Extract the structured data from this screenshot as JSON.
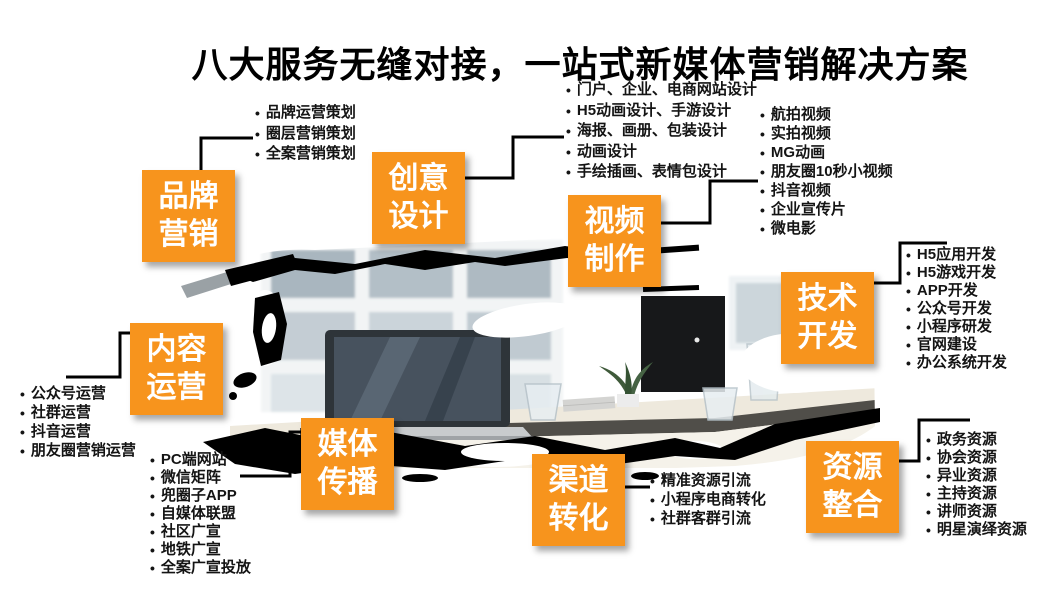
{
  "title": "八大服务无缝对接，一站式新媒体营销解决方案",
  "colors": {
    "accent": "#F7941D",
    "line": "#000000",
    "item_text": "#141414"
  },
  "services": [
    {
      "id": "brand-marketing",
      "name": "品牌营销",
      "lines": [
        "品牌",
        "营销"
      ],
      "items": [
        "品牌运营策划",
        "圈层营销策划",
        "全案营销策划"
      ]
    },
    {
      "id": "creative-design",
      "name": "创意设计",
      "lines": [
        "创意",
        "设计"
      ],
      "items": [
        "门户、企业、电商网站设计",
        "H5动画设计、手游设计",
        "海报、画册、包装设计",
        "动画设计",
        "手绘插画、表情包设计"
      ]
    },
    {
      "id": "video-production",
      "name": "视频制作",
      "lines": [
        "视频",
        "制作"
      ],
      "items": [
        "航拍视频",
        "实拍视频",
        "MG动画",
        "朋友圈10秒小视频",
        "抖音视频",
        "企业宣传片",
        "微电影"
      ]
    },
    {
      "id": "tech-development",
      "name": "技术开发",
      "lines": [
        "技术",
        "开发"
      ],
      "items": [
        "H5应用开发",
        "H5游戏开发",
        "APP开发",
        "公众号开发",
        "小程序研发",
        "官网建设",
        "办公系统开发"
      ]
    },
    {
      "id": "content-operation",
      "name": "内容运营",
      "lines": [
        "内容",
        "运营"
      ],
      "items": [
        "公众号运营",
        "社群运营",
        "抖音运营",
        "朋友圈营销运营"
      ]
    },
    {
      "id": "media-communication",
      "name": "媒体传播",
      "lines": [
        "媒体",
        "传播"
      ],
      "items": [
        "PC端网站",
        "微信矩阵",
        "兜圈子APP",
        "自媒体联盟",
        "社区广宣",
        "地铁广宣",
        "全案广宣投放"
      ]
    },
    {
      "id": "channel-conversion",
      "name": "渠道转化",
      "lines": [
        "渠道",
        "转化"
      ],
      "items": [
        "精准资源引流",
        "小程序电商转化",
        "社群客群引流"
      ]
    },
    {
      "id": "resource-integration",
      "name": "资源整合",
      "lines": [
        "资源",
        "整合"
      ],
      "items": [
        "政务资源",
        "协会资源",
        "异业资源",
        "主持资源",
        "讲师资源",
        "明星演绎资源"
      ]
    }
  ]
}
